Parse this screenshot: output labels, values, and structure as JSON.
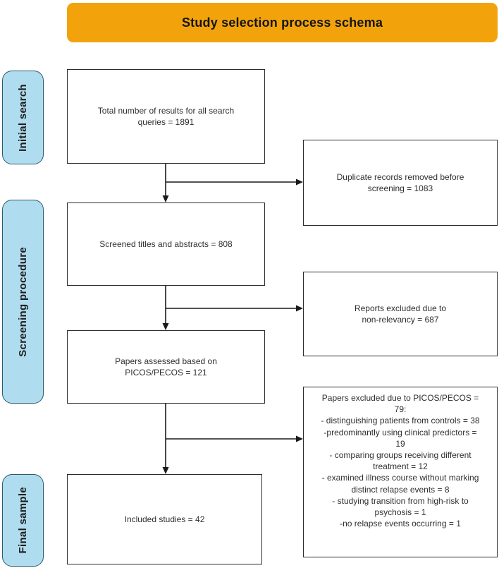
{
  "title": "Study selection process schema",
  "stages": [
    {
      "label": "Initial search"
    },
    {
      "label": "Screening procedure"
    },
    {
      "label": "Final sample"
    }
  ],
  "boxes": {
    "total_results": "Total number of results for all search\nqueries = 1891",
    "duplicates": "Duplicate records removed before\nscreening = 1083",
    "screened": "Screened titles and abstracts = 808",
    "non_relevant": "Reports excluded due to\nnon-relevancy = 687",
    "assessed": "Papers assessed based on\nPICOS/PECOS = 121",
    "picos_excluded": "Papers excluded due to PICOS/PECOS =\n79:\n- distinguishing patients from controls = 38\n-predominantly using clinical predictors =\n19\n- comparing groups receiving different\ntreatment = 12\n- examined illness course without marking\ndistinct relapse events = 8\n- studying transition from high-risk to\npsychosis = 1\n-no relapse events occurring = 1",
    "included": "Included studies = 42"
  },
  "colors": {
    "header_bg": "#F2A30B",
    "stage_fill": "#AFDCEF",
    "stage_border": "#2E5A6E",
    "box_border": "#2B2B2B",
    "text": "#2F2F2F",
    "arrow": "#1A1A1A"
  }
}
